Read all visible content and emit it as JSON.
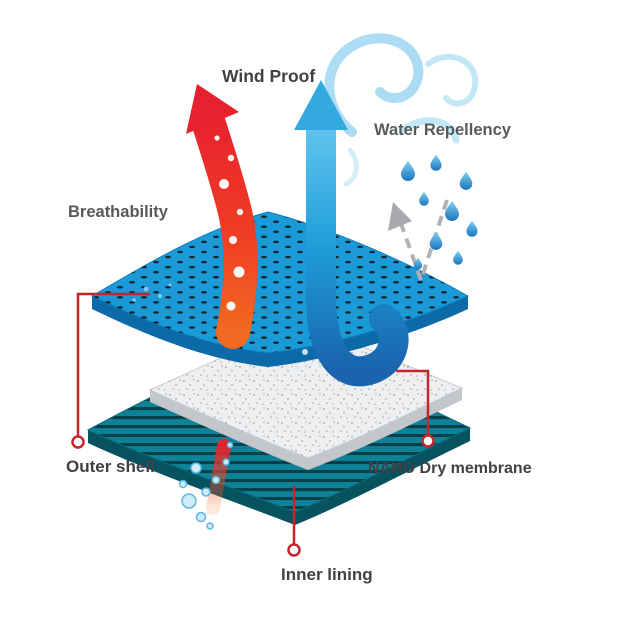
{
  "diagram": {
    "type": "fabric-technology-layer-diagram",
    "labels": {
      "wind_proof": "Wind Proof",
      "water_repellency": "Water Repellency",
      "breathability": "Breathability",
      "outer_shell": "Outer shell",
      "nano_dry_membrane": "NANO Dry membrane",
      "inner_lining": "Inner lining"
    },
    "colors": {
      "wind_arrow_blue": "#1b9cd8",
      "breathability_red": "#e8212e",
      "repellency_gray": "#a7a9ac",
      "outer_shell_blue": "#1a9ad6",
      "membrane_white": "#edeff1",
      "inner_lining_teal": "#0e8296",
      "leader_line_red": "#c1272d",
      "label_dark": "#414042",
      "label_gray": "#58595b",
      "swirl_light_blue": "#9ed7f2",
      "droplet_blue": "#2a9fd8"
    }
  }
}
